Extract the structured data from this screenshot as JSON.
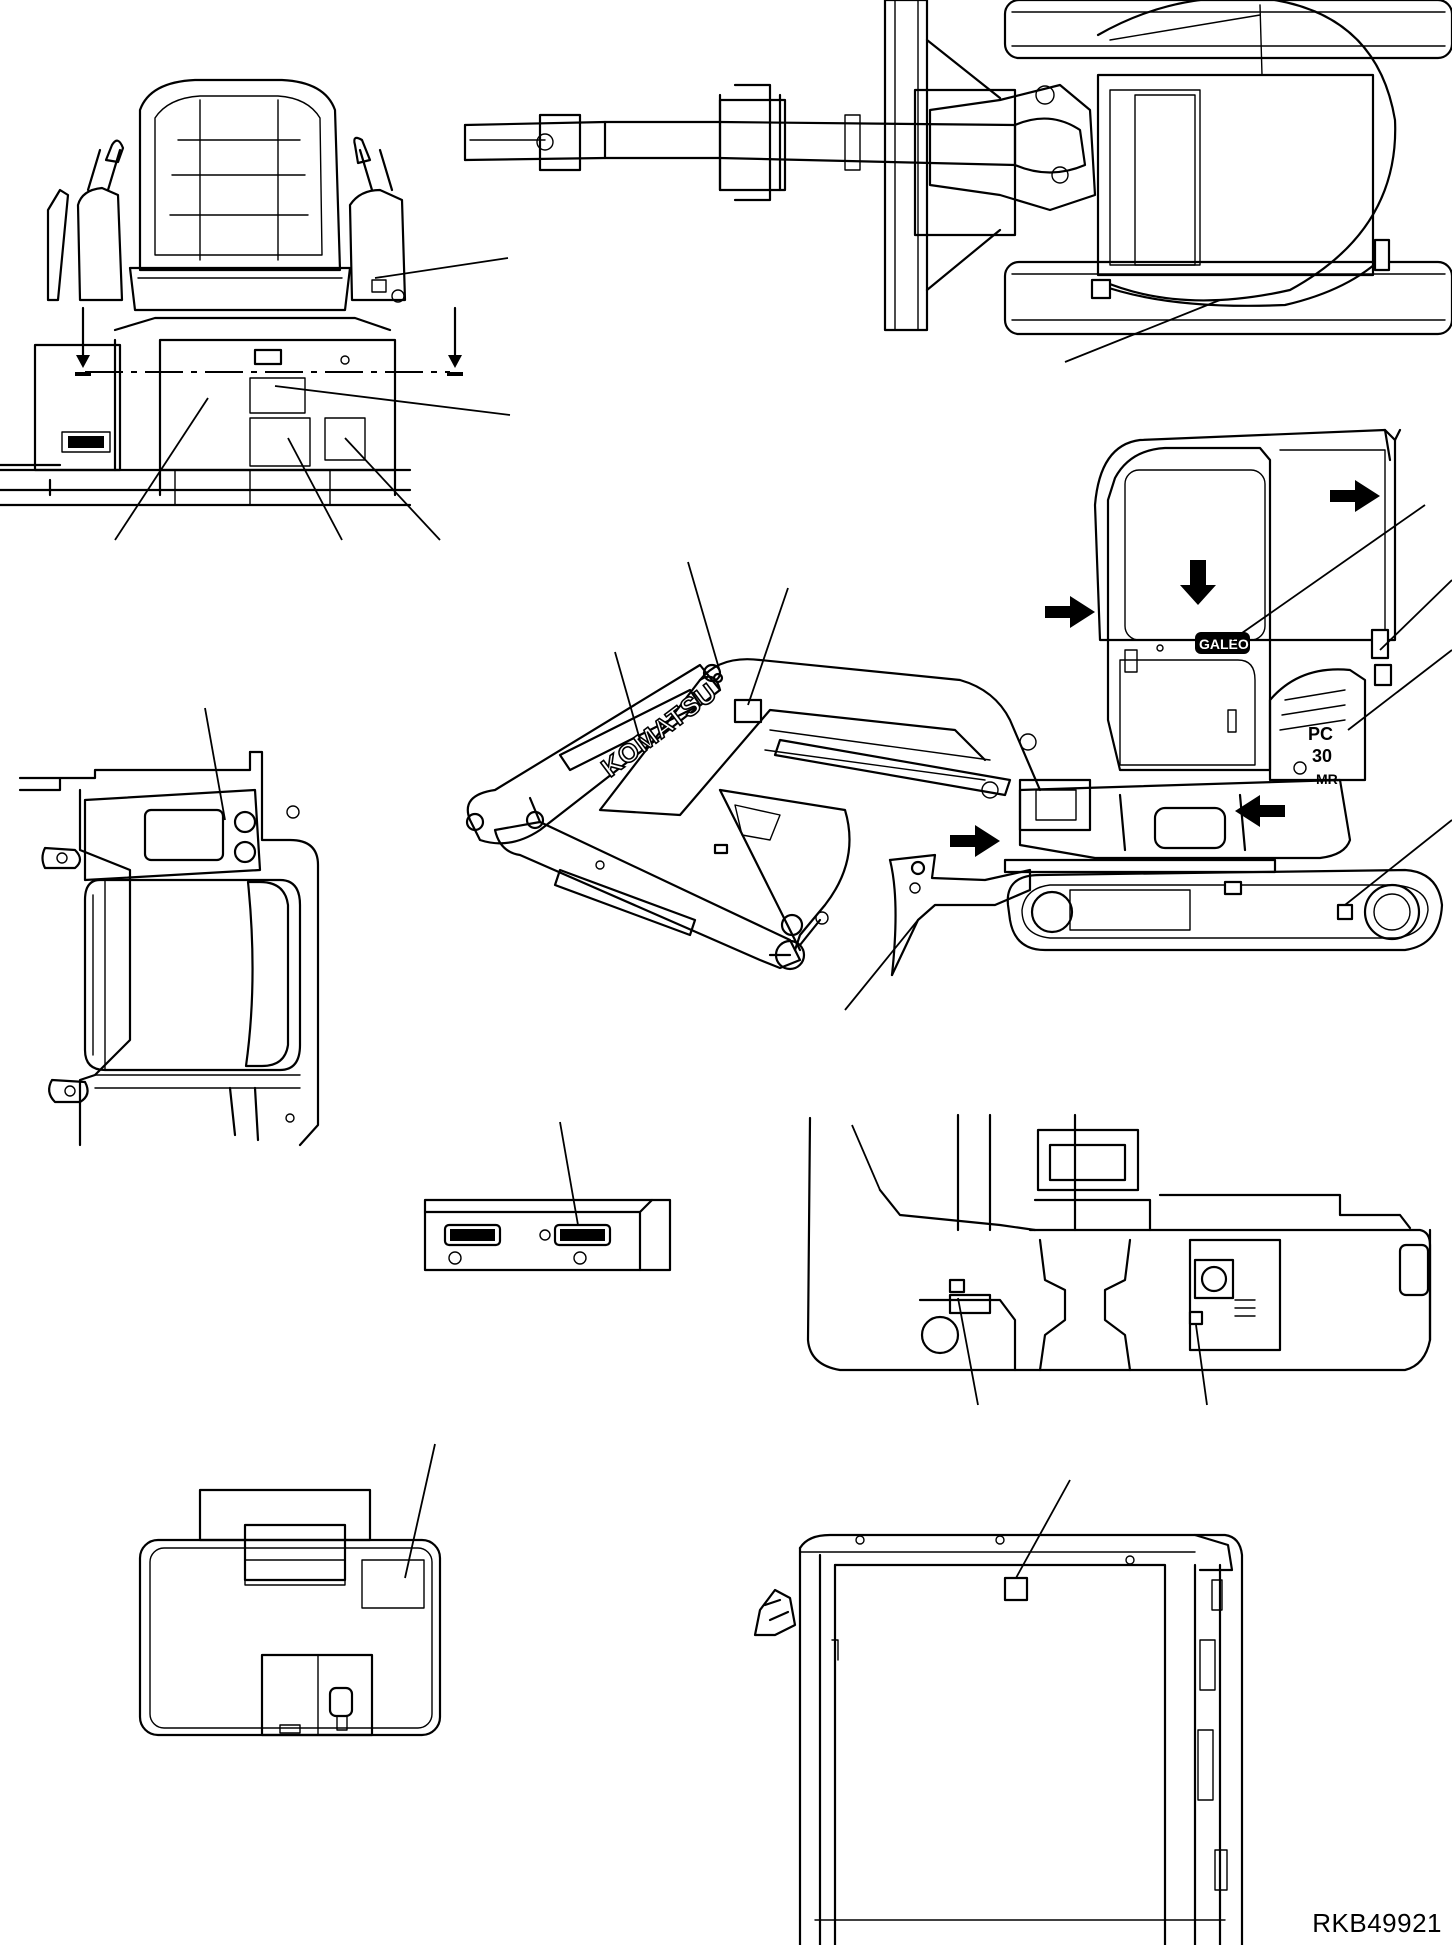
{
  "drawing": {
    "reference_code": "RKB49921",
    "brand_logo": "KOMATSU",
    "model_badge_line1": "PC",
    "model_badge_line2": "30",
    "model_badge_line3": "MR",
    "cab_badge": "GALEO",
    "line_color": "#000000",
    "background_color": "#ffffff"
  }
}
